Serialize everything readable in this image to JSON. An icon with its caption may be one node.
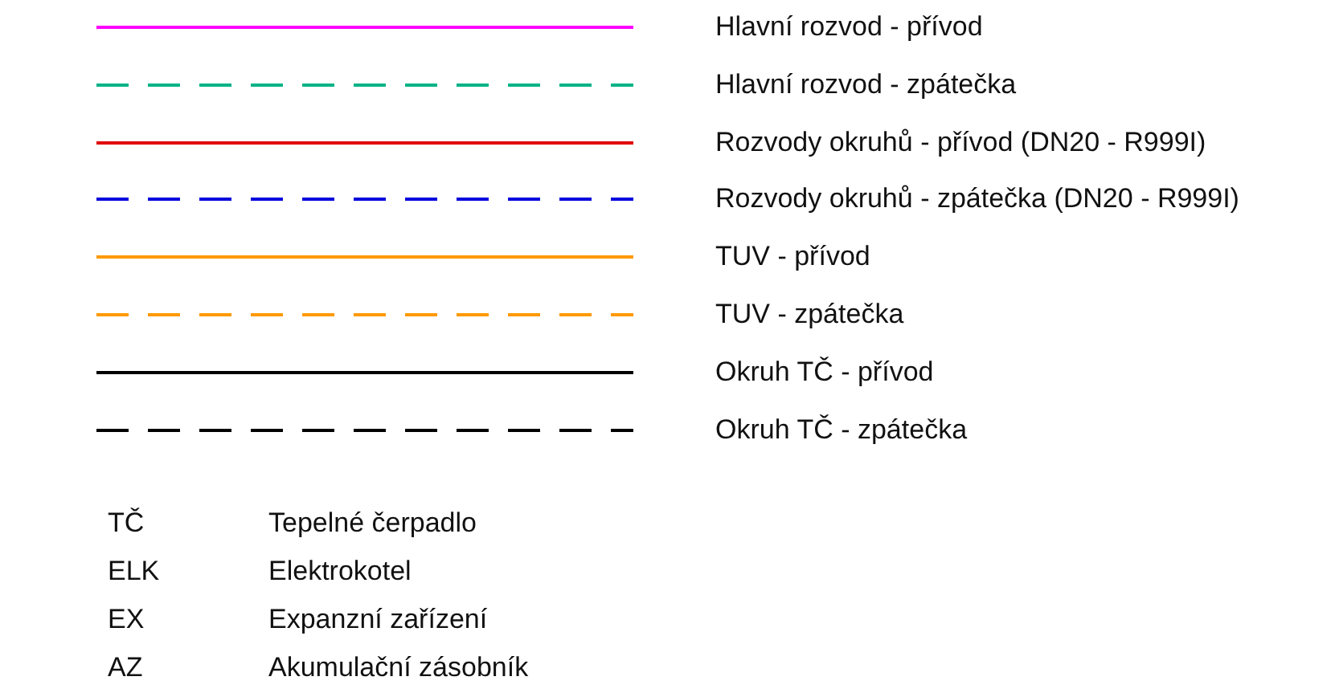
{
  "diagram": {
    "legend": [
      {
        "text": "Hlavní rozvod - přívod"
      },
      {
        "text": "Hlavní rozvod - zpátečka"
      },
      {
        "text": "Rozvody okruhů - přívod (DN20 - R999I)"
      },
      {
        "text": "Rozvody okruhů - zpátečka (DN20 - R999I)"
      },
      {
        "text": "TUV - přívod"
      },
      {
        "text": "TUV - zpátečka"
      },
      {
        "text": "Okruh TČ - přívod"
      },
      {
        "text": "Okruh TČ - zpátečka"
      }
    ],
    "labels": [
      "TČ",
      "Tepelné čerpadlo",
      "ELK",
      "Elektrokotel",
      "EX",
      "Expanzní zařízení",
      "AZ",
      "Akumulační zásobník"
    ]
  }
}
